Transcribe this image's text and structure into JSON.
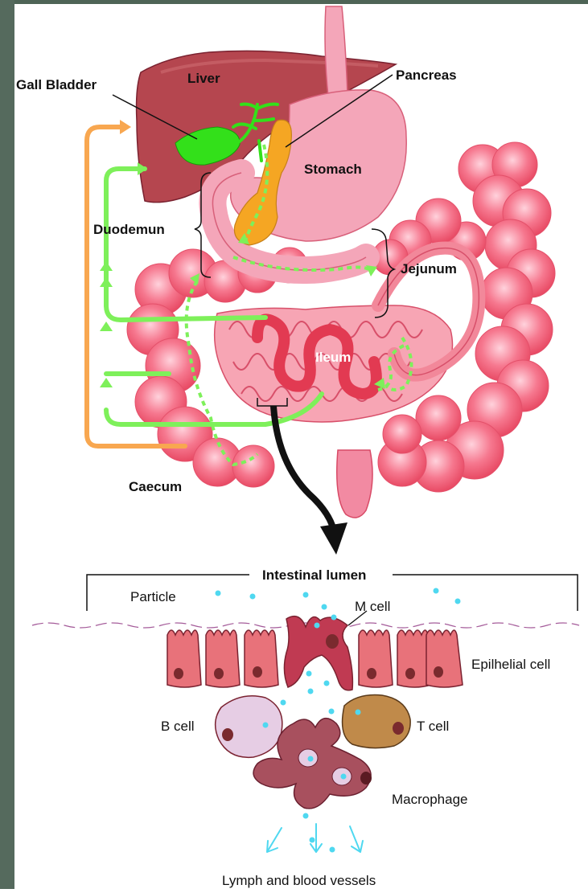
{
  "labels": {
    "liver": "Liver",
    "gall_bladder": "Gall Bladder",
    "pancreas": "Pancreas",
    "stomach": "Stomach",
    "duodenum": "Duodemun",
    "jejunum": "Jejunum",
    "ileum": "Ileum",
    "caecum": "Caecum",
    "intestinal_lumen": "Intestinal lumen",
    "particle": "Particle",
    "m_cell": "M cell",
    "epithelial_cell": "Epilhelial cell",
    "b_cell": "B cell",
    "t_cell": "T cell",
    "macrophage": "Macrophage",
    "vessels": "Lymph and blood vessels"
  },
  "colors": {
    "liver": "#b5464f",
    "gall_bladder": "#33e01a",
    "pancreas": "#f5a623",
    "stomach": "#f4a6b9",
    "colon": "#f0607a",
    "green_arrow": "#7ef05a",
    "orange_arrow": "#f8a750",
    "particle": "#4fd8f0",
    "epithelium": "#e8727a",
    "m_cell": "#c03a52",
    "b_cell": "#e6cde4",
    "t_cell": "#c08a4a",
    "macrophage": "#a8505e"
  }
}
